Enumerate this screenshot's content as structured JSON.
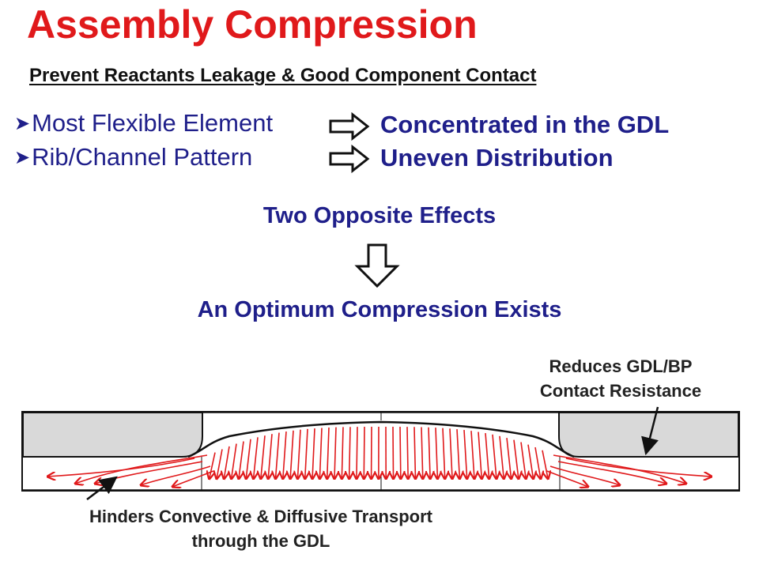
{
  "slide": {
    "title": "Assembly Compression",
    "subtitle": "Prevent Reactants Leakage & Good Component Contact",
    "bullets": [
      {
        "text": "Most Flexible Element",
        "result": "Concentrated in the GDL"
      },
      {
        "text": "Rib/Channel Pattern",
        "result": "Uneven Distribution"
      }
    ],
    "effects": "Two Opposite Effects",
    "conclusion": "An Optimum Compression Exists",
    "annotation_right": [
      "Reduces GDL/BP",
      "Contact Resistance"
    ],
    "annotation_left": [
      "Hinders Convective & Diffusive Transport",
      "through the GDL"
    ]
  },
  "colors": {
    "title": "#e0191b",
    "body_text": "#1f1f8a",
    "arrows": "#e0191b",
    "rib_fill": "#d9d9d9"
  },
  "icons": [
    "bullet-arrowhead-icon",
    "right-arrow-icon",
    "down-arrow-icon"
  ]
}
